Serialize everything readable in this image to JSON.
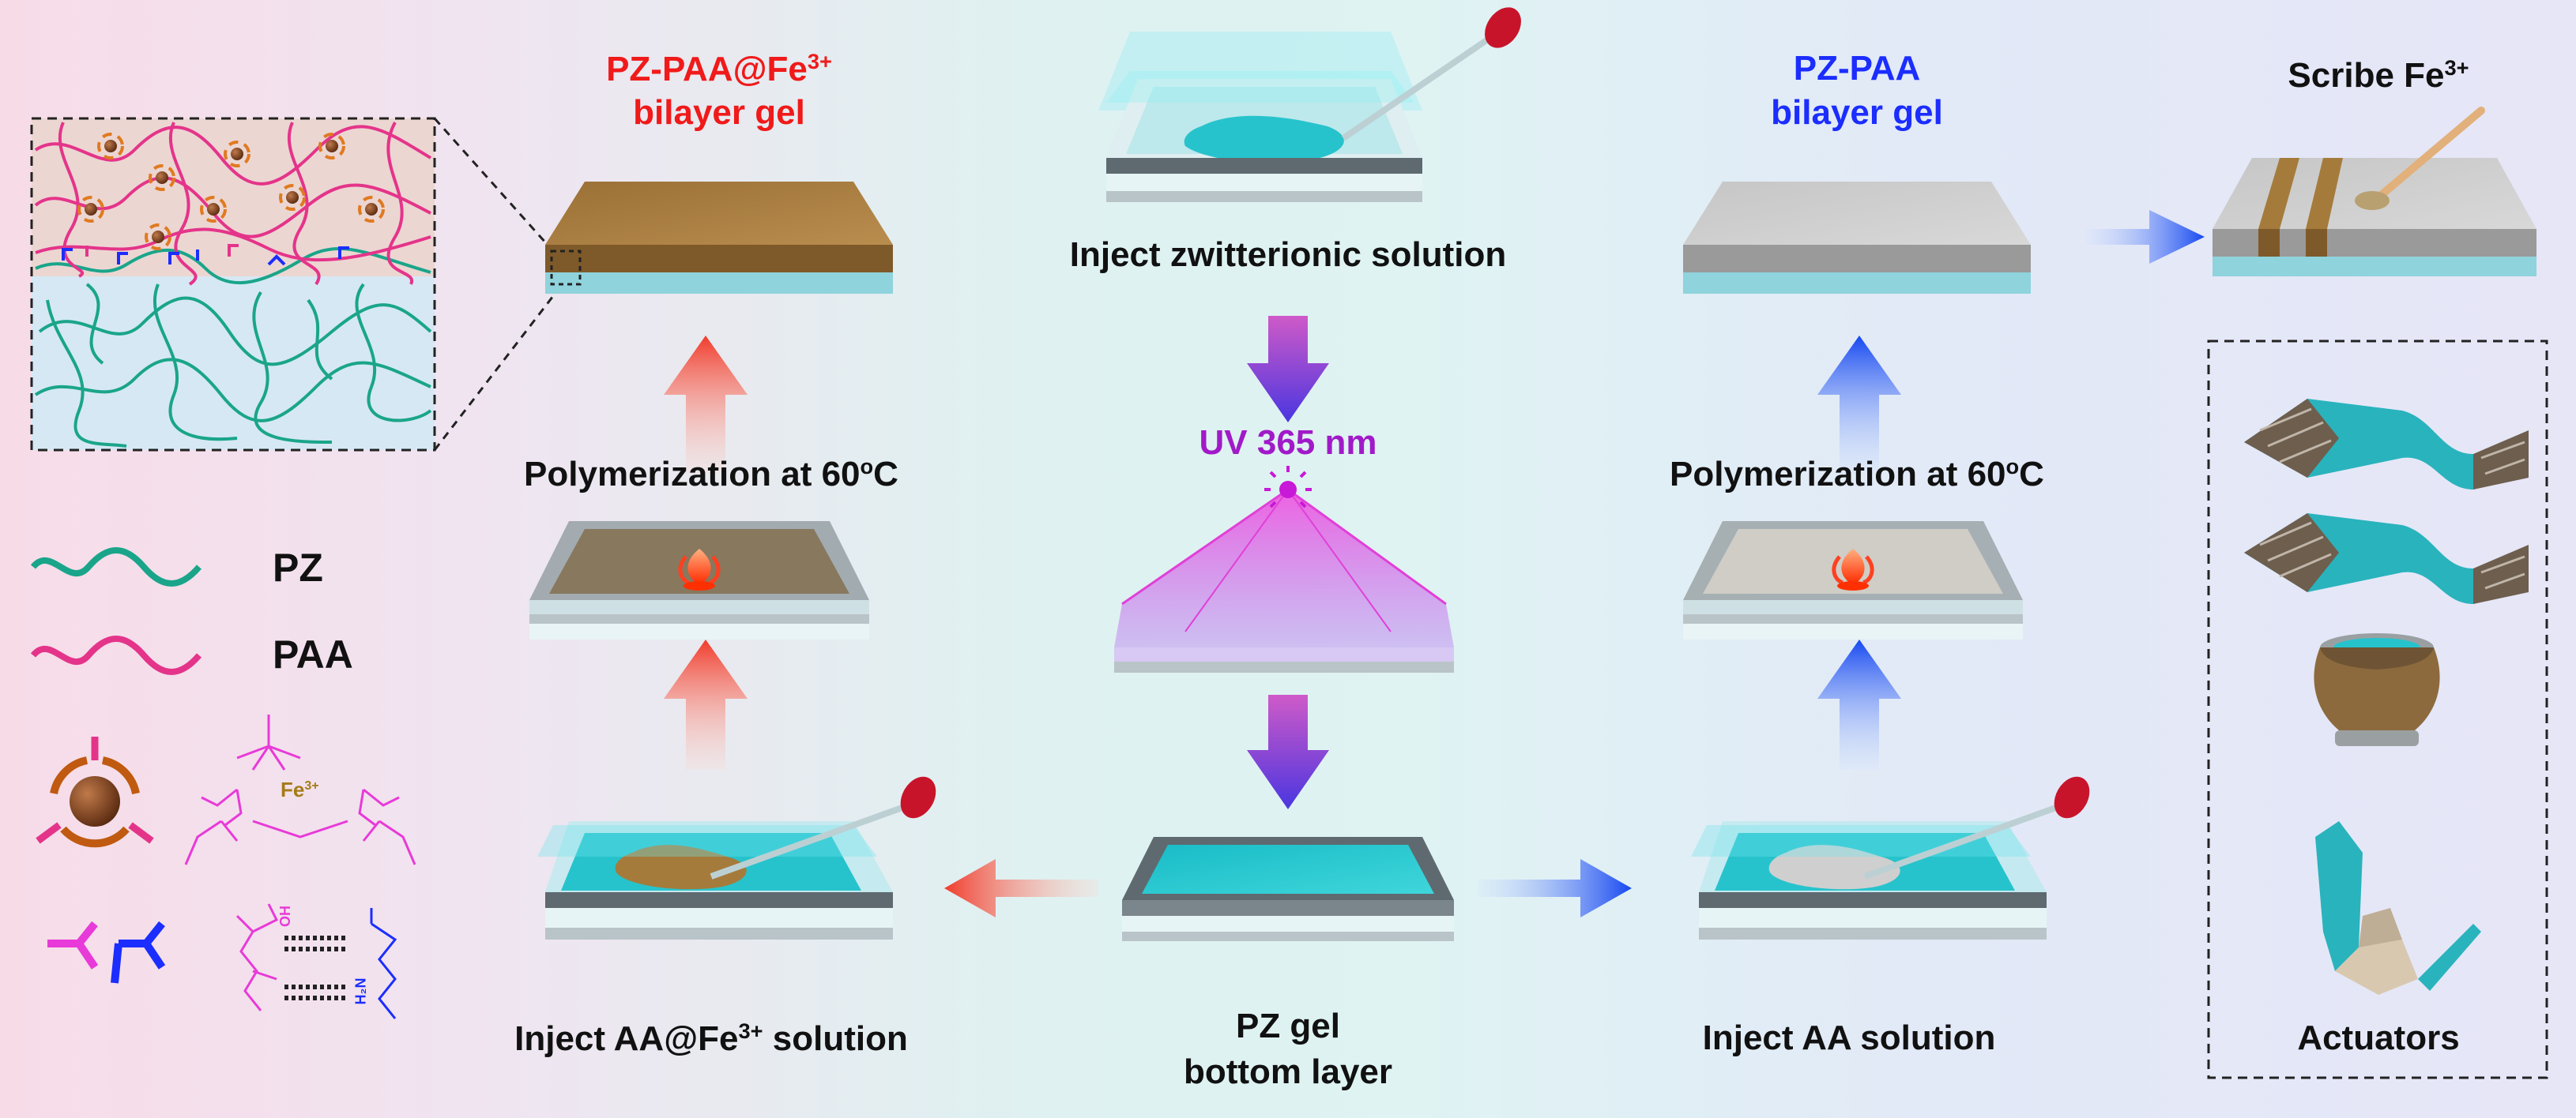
{
  "labels": {
    "pz_paa_fe": "PZ-PAA@Fe",
    "pz_paa_fe_sup": "3+",
    "bilayer_gel_left": "bilayer gel",
    "inject_zwitterionic": "Inject zwitterionic solution",
    "pz_paa": "PZ-PAA",
    "bilayer_gel_right": "bilayer gel",
    "scribe_fe": "Scribe Fe",
    "scribe_fe_sup": "3+",
    "polymerization_left": "Polymerization at 60",
    "polymerization_left_sup": "o",
    "polymerization_left_tail": "C",
    "polymerization_right": "Polymerization at 60",
    "polymerization_right_sup": "o",
    "polymerization_right_tail": "C",
    "uv": "UV 365 nm",
    "inject_aa_fe": "Inject AA@Fe",
    "inject_aa_fe_sup": "3+",
    "inject_aa_fe_tail": " solution",
    "pz_gel": "PZ gel",
    "bottom_layer": "bottom layer",
    "inject_aa": "Inject AA solution",
    "actuators": "Actuators",
    "legend_pz": "PZ",
    "legend_paa": "PAA",
    "fe_chem": "Fe",
    "fe_chem_sup": "3+",
    "chem_oh": "OH",
    "chem_h2n": "H₂N"
  },
  "colors": {
    "pz_chain": "#1aa58a",
    "paa_chain": "#e4348a",
    "fe_gel": "#a57b3c",
    "pz_gel": "#2cc3cc",
    "arrow_red": "#f04a38",
    "arrow_blue": "#1e5cf2",
    "uv_purple": "#a01ac8"
  }
}
